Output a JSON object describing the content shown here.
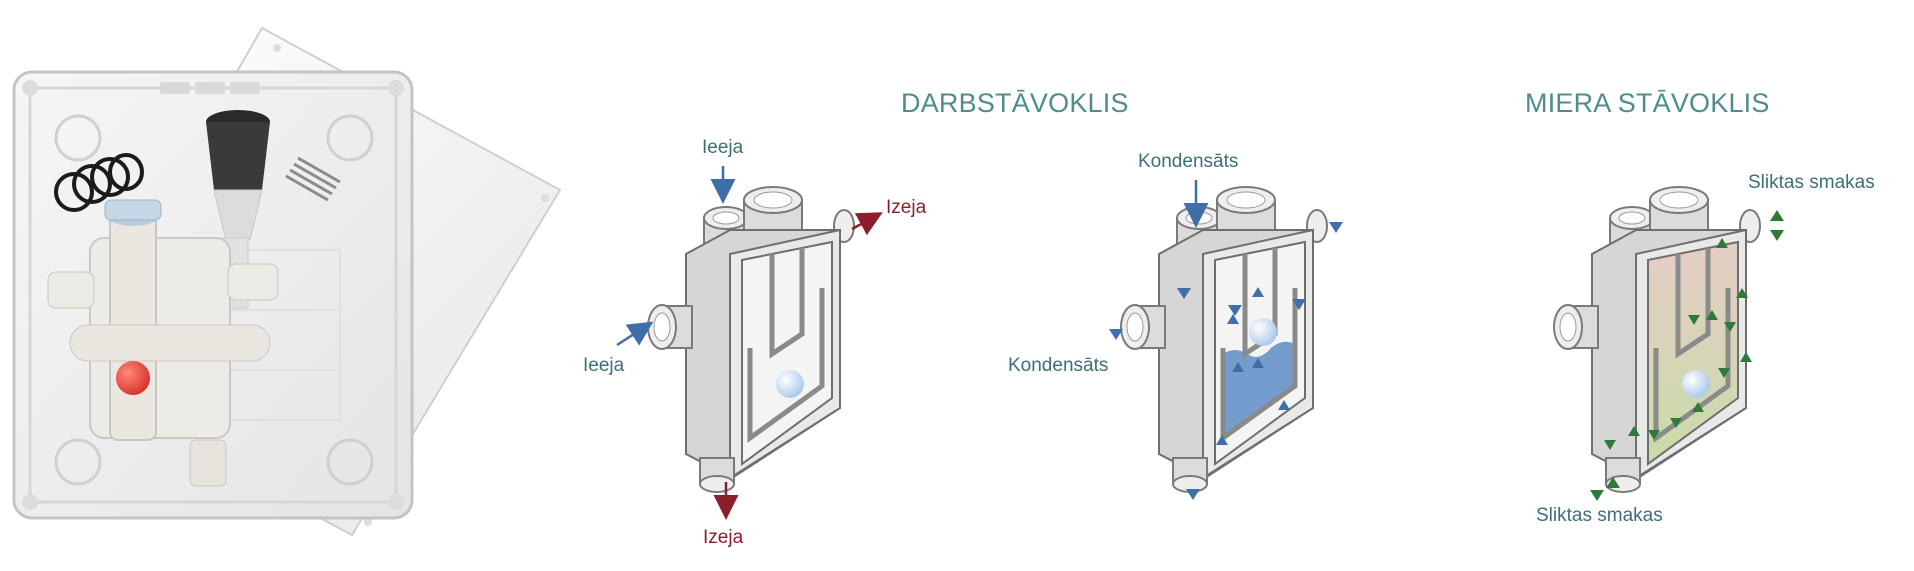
{
  "colors": {
    "heading": "#4f8c8c",
    "label": "#3d6f77",
    "outlet_label": "#8b1e2a",
    "inflow_arrow": "#3f6fa8",
    "outflow_arrow": "#8b1e2a",
    "water": "#4a7fc0",
    "odor_marker": "#2f7a3a",
    "body_grey": "#d3d3d3",
    "ball": "#bcd6ee"
  },
  "photo": {
    "items": [
      "trap-body",
      "box-lid",
      "o-rings",
      "screws",
      "float-ball"
    ]
  },
  "diagram_working": {
    "heading": "DARBSTĀVOKLIS",
    "inlet_top": "Ieeja",
    "inlet_side": "Ieeja",
    "outlet_side": "Izeja",
    "outlet_bottom": "Izeja",
    "condensate_top": "Kondensāts",
    "condensate_side": "Kondensāts"
  },
  "diagram_rest": {
    "heading": "MIERA STĀVOKLIS",
    "odor_top": "Sliktas smakas",
    "odor_bottom": "Sliktas smakas"
  }
}
